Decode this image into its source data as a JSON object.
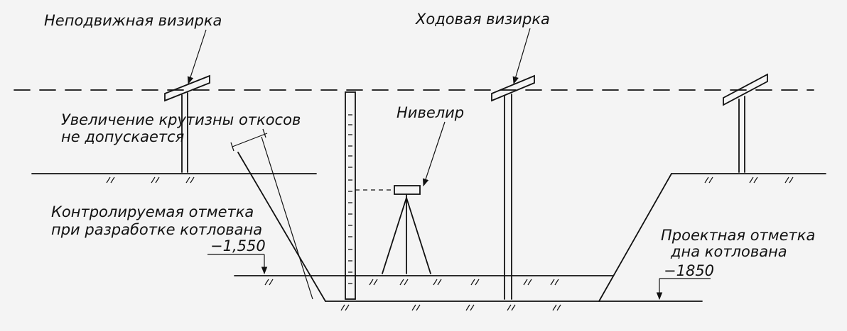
{
  "labels": {
    "fixed_sight": "Неподвижная визирка",
    "moving_sight": "Ходовая визирка",
    "slope_line1": "Увеличение крутизны откосов",
    "slope_line2": "не допускается",
    "level": "Нивелир",
    "control_line1": "Контролируемая отметка",
    "control_line2": "при разработке котлована",
    "control_value": "−1,550",
    "design_line1": "Проектная отметка",
    "design_line2": "дна котлована",
    "design_value": "−1850"
  },
  "colors": {
    "ink": "#111111",
    "paper": "#f4f4f4"
  }
}
